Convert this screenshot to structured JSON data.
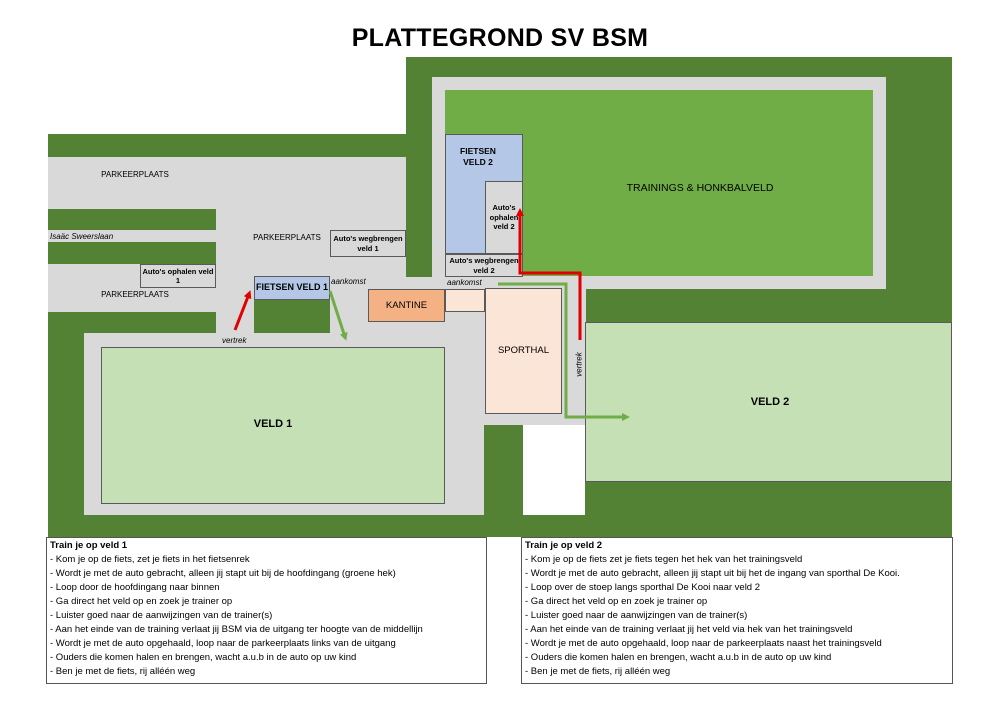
{
  "title": "PLATTEGROND SV BSM",
  "labels": {
    "parkeerplaats_1": "PARKEERPLAATS",
    "parkeerplaats_2": "PARKEERPLAATS",
    "parkeerplaats_3": "PARKEERPLAATS",
    "street": "Isaäc Sweerslaan",
    "ophalen_veld1": "Auto's ophalen veld 1",
    "wegbrengen_veld1": "Auto's wegbrengen veld 1",
    "fietsen_veld1": "FIETSEN VELD 1",
    "fietsen_veld2": "FIETSEN VELD 2",
    "ophalen_veld2": "Auto's ophalen veld 2",
    "wegbrengen_veld2": "Auto's wegbrengen veld 2",
    "trainingsveld": "TRAININGS & HONKBALVELD",
    "kantine": "KANTINE",
    "sporthal": "SPORTHAL",
    "veld1": "VELD 1",
    "veld2": "VELD 2",
    "aankomst_1": "aankomst",
    "aankomst_2": "aankomst",
    "vertrek_1": "vertrek",
    "vertrek_2": "vertrek"
  },
  "colors": {
    "dark_grass": "#548235",
    "field": "#c5e0b4",
    "training_field": "#70ad47",
    "paved": "#d9d9d9",
    "bike": "#b4c7e7",
    "kantine": "#f4b183",
    "sporthal": "#fbe5d6",
    "arrow_red": "#e00000",
    "arrow_green": "#70ad47"
  },
  "rules_veld1": {
    "heading": "Train je op veld 1",
    "items": [
      "- Kom je op de fiets, zet je fiets in het fietsenrek",
      "- Wordt je met de auto gebracht, alleen jij stapt uit bij de hoofdingang (groene hek)",
      "- Loop door de hoofdingang naar binnen",
      "- Ga direct het veld op en zoek je trainer op",
      "- Luister goed naar de aanwijzingen van de  trainer(s)",
      "- Aan het einde van de training verlaat jij BSM via de uitgang ter hoogte van de middellijn",
      "- Wordt je met de auto opgehaald, loop naar de parkeerplaats links van de uitgang",
      "- Ouders die komen halen en brengen, wacht a.u.b in de auto op uw kind",
      "- Ben je met de fiets, rij alléén weg"
    ]
  },
  "rules_veld2": {
    "heading": "Train je op veld 2",
    "items": [
      "- Kom je op de fiets zet je fiets tegen het hek van het trainingsveld",
      "- Wordt je met de auto gebracht, alleen jij stapt uit bij het de ingang van sporthal De Kooi.",
      "- Loop over de stoep langs sporthal De Kooi naar veld 2",
      "- Ga direct het veld op en zoek je trainer op",
      "- Luister goed naar de aanwijzingen van de trainer(s)",
      "- Aan het einde van de training verlaat jij het veld via hek van het trainingsveld",
      "- Wordt je met de auto opgehaald, loop naar de parkeerplaats naast het trainingsveld",
      "- Ouders die komen halen en brengen, wacht a.u.b in de auto op uw kind",
      "- Ben je met de fiets, rij alléén weg"
    ]
  }
}
